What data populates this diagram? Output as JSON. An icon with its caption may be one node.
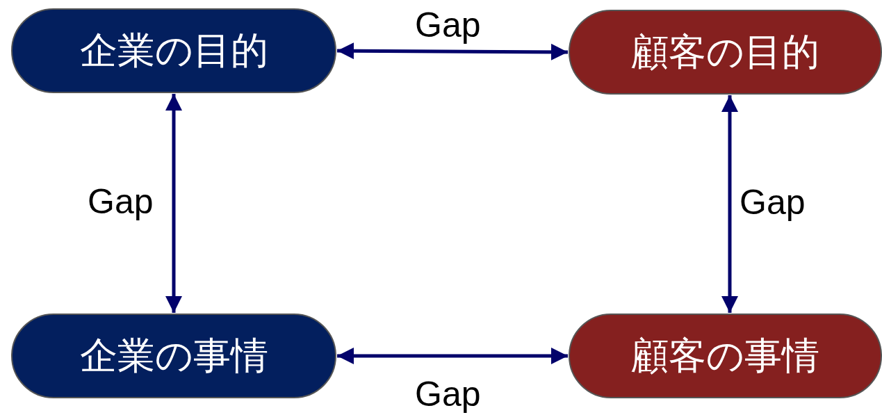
{
  "diagram": {
    "nodes": [
      {
        "text": [
          "企業の目的"
        ]
      },
      {
        "text": [
          "顧客の目的"
        ]
      },
      {
        "text": [
          "企業の事情"
        ]
      },
      {
        "text": [
          "顧客の事情"
        ]
      }
    ],
    "edges": [
      {
        "from": 0,
        "to": 1,
        "arrow": "both",
        "label": "Gap"
      },
      {
        "from": 0,
        "to": 2,
        "arrow": "both",
        "label": "Gap"
      },
      {
        "from": 1,
        "to": 3,
        "arrow": "both",
        "label": "Gap"
      },
      {
        "from": 2,
        "to": 3,
        "arrow": "both",
        "label": "Gap"
      }
    ]
  }
}
